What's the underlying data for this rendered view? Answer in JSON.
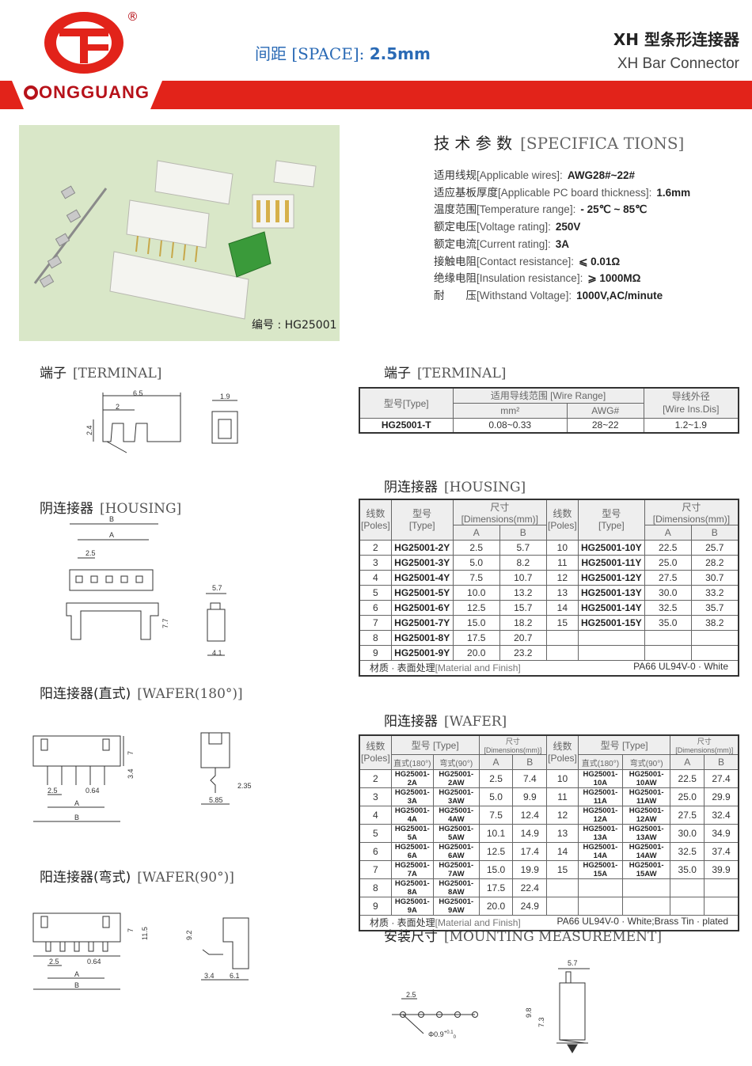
{
  "header": {
    "brand": "ONGGUANG",
    "registered": "®",
    "space_cn": "间距",
    "space_en": "[SPACE]:",
    "space_value": "2.5mm",
    "title_cn": "XH 型条形连接器",
    "title_en": "XH Bar Connector",
    "accent_color": "#e2231a"
  },
  "photo": {
    "code_label": "编号 : HG25001"
  },
  "specs": {
    "title_cn": "技 术 参 数",
    "title_en": "[SPECIFICA TIONS]",
    "rows": [
      {
        "cn": "适用线规",
        "en": "[Applicable wires]:",
        "value": "AWG28#~22#"
      },
      {
        "cn": "适应基板厚度",
        "en": "[Applicable PC board thickness]:",
        "value": "1.6mm"
      },
      {
        "cn": "温度范围",
        "en": "[Temperature range]:",
        "value": "- 25℃ ~ 85℃"
      },
      {
        "cn": "额定电压",
        "en": "[Voltage rating]:",
        "value": "250V"
      },
      {
        "cn": "额定电流",
        "en": "[Current rating]:",
        "value": "3A"
      },
      {
        "cn": "接触电阻",
        "en": "[Contact resistance]:",
        "value": "⩽ 0.01Ω"
      },
      {
        "cn": "绝缘电阻",
        "en": "[Insulation resistance]:",
        "value": "⩾ 1000MΩ"
      },
      {
        "cn": "耐　　压",
        "en": "[Withstand Voltage]:",
        "value": "1000V,AC/minute"
      }
    ]
  },
  "sections": {
    "terminal_left": {
      "cn": "端子",
      "en": "[TERMINAL]"
    },
    "terminal_right": {
      "cn": "端子",
      "en": "[TERMINAL]"
    },
    "housing_left": {
      "cn": "阴连接器",
      "en": "[HOUSING]"
    },
    "housing_right": {
      "cn": "阴连接器",
      "en": "[HOUSING]"
    },
    "wafer180": {
      "cn": "阳连接器(直式)",
      "en": "[WAFER(180°)]"
    },
    "wafer90": {
      "cn": "阳连接器(弯式)",
      "en": "[WAFER(90°)]"
    },
    "wafer_right": {
      "cn": "阳连接器",
      "en": "[WAFER]"
    },
    "mounting": {
      "cn": "安装尺寸",
      "en": "[MOUNTING MEASUREMENT]"
    }
  },
  "terminal_table": {
    "h_type": "型号[Type]",
    "h_range": "适用导线范围 [Wire Range]",
    "h_mm": "mm²",
    "h_awg": "AWG#",
    "h_dia": "导线外径",
    "h_dia_en": "[Wire Ins.Dis]",
    "row": {
      "type": "HG25001-T",
      "mm": "0.08~0.33",
      "awg": "28~22",
      "dia": "1.2~1.9"
    }
  },
  "housing_table": {
    "h_poles_cn": "线数",
    "h_poles_en": "[Poles]",
    "h_type_cn": "型号",
    "h_type_en": "[Type]",
    "h_dim": "尺寸 [Dimensions(mm)]",
    "h_a": "A",
    "h_b": "B",
    "left": [
      {
        "p": "2",
        "t": "HG25001-2Y",
        "a": "2.5",
        "b": "5.7"
      },
      {
        "p": "3",
        "t": "HG25001-3Y",
        "a": "5.0",
        "b": "8.2"
      },
      {
        "p": "4",
        "t": "HG25001-4Y",
        "a": "7.5",
        "b": "10.7"
      },
      {
        "p": "5",
        "t": "HG25001-5Y",
        "a": "10.0",
        "b": "13.2"
      },
      {
        "p": "6",
        "t": "HG25001-6Y",
        "a": "12.5",
        "b": "15.7"
      },
      {
        "p": "7",
        "t": "HG25001-7Y",
        "a": "15.0",
        "b": "18.2"
      },
      {
        "p": "8",
        "t": "HG25001-8Y",
        "a": "17.5",
        "b": "20.7"
      },
      {
        "p": "9",
        "t": "HG25001-9Y",
        "a": "20.0",
        "b": "23.2"
      }
    ],
    "right": [
      {
        "p": "10",
        "t": "HG25001-10Y",
        "a": "22.5",
        "b": "25.7"
      },
      {
        "p": "11",
        "t": "HG25001-11Y",
        "a": "25.0",
        "b": "28.2"
      },
      {
        "p": "12",
        "t": "HG25001-12Y",
        "a": "27.5",
        "b": "30.7"
      },
      {
        "p": "13",
        "t": "HG25001-13Y",
        "a": "30.0",
        "b": "33.2"
      },
      {
        "p": "14",
        "t": "HG25001-14Y",
        "a": "32.5",
        "b": "35.7"
      },
      {
        "p": "15",
        "t": "HG25001-15Y",
        "a": "35.0",
        "b": "38.2"
      }
    ],
    "material_label": "材质 · 表面处理",
    "material_label_en": "[Material and Finish]",
    "material_value": "PA66 UL94V-0 · White"
  },
  "wafer_table": {
    "h_poles_cn": "线数",
    "h_poles_en": "[Poles]",
    "h_type": "型号 [Type]",
    "h_straight": "直式(180°)",
    "h_angle": "弯式(90°)",
    "h_dim": "尺寸[Dimensions(mm)]",
    "h_a": "A",
    "h_b": "B",
    "left": [
      {
        "p": "2",
        "s": "HG25001-2A",
        "r": "HG25001-2AW",
        "a": "2.5",
        "b": "7.4"
      },
      {
        "p": "3",
        "s": "HG25001-3A",
        "r": "HG25001-3AW",
        "a": "5.0",
        "b": "9.9"
      },
      {
        "p": "4",
        "s": "HG25001-4A",
        "r": "HG25001-4AW",
        "a": "7.5",
        "b": "12.4"
      },
      {
        "p": "5",
        "s": "HG25001-5A",
        "r": "HG25001-5AW",
        "a": "10.1",
        "b": "14.9"
      },
      {
        "p": "6",
        "s": "HG25001-6A",
        "r": "HG25001-6AW",
        "a": "12.5",
        "b": "17.4"
      },
      {
        "p": "7",
        "s": "HG25001-7A",
        "r": "HG25001-7AW",
        "a": "15.0",
        "b": "19.9"
      },
      {
        "p": "8",
        "s": "HG25001-8A",
        "r": "HG25001-8AW",
        "a": "17.5",
        "b": "22.4"
      },
      {
        "p": "9",
        "s": "HG25001-9A",
        "r": "HG25001-9AW",
        "a": "20.0",
        "b": "24.9"
      }
    ],
    "right": [
      {
        "p": "10",
        "s": "HG25001-10A",
        "r": "HG25001-10AW",
        "a": "22.5",
        "b": "27.4"
      },
      {
        "p": "11",
        "s": "HG25001-11A",
        "r": "HG25001-11AW",
        "a": "25.0",
        "b": "29.9"
      },
      {
        "p": "12",
        "s": "HG25001-12A",
        "r": "HG25001-12AW",
        "a": "27.5",
        "b": "32.4"
      },
      {
        "p": "13",
        "s": "HG25001-13A",
        "r": "HG25001-13AW",
        "a": "30.0",
        "b": "34.9"
      },
      {
        "p": "14",
        "s": "HG25001-14A",
        "r": "HG25001-14AW",
        "a": "32.5",
        "b": "37.4"
      },
      {
        "p": "15",
        "s": "HG25001-15A",
        "r": "HG25001-15AW",
        "a": "35.0",
        "b": "39.9"
      }
    ],
    "material_label": "材质 · 表面处理",
    "material_label_en": "[Material and Finish]",
    "material_value": "PA66 UL94V-0 · White;Brass Tin · plated"
  },
  "drawings": {
    "terminal": {
      "d1": "6.5",
      "d2": "2",
      "d3": "2.4",
      "d4": "1.9"
    },
    "housing": {
      "a": "A",
      "b": "B",
      "pitch": "2.5",
      "side_w": "5.7",
      "side_h": "7.7",
      "side_b": "4.1"
    },
    "wafer180": {
      "h1": "7",
      "h2": "3.4",
      "pitch": "2.5",
      "pin": "0.64",
      "a": "A",
      "b": "B",
      "side1": "2.35",
      "side2": "5.85"
    },
    "wafer90": {
      "h1": "7",
      "h2": "11.5",
      "pitch": "2.5",
      "pin": "0.64",
      "a": "A",
      "b": "B",
      "side1": "9.2",
      "side2": "3.4",
      "side3": "6.1"
    },
    "mounting": {
      "pitch": "2.5",
      "hole": "Φ0.9",
      "tol": "+0.1",
      "tol0": "0",
      "w": "5.7",
      "h1": "9.8",
      "h2": "7.3"
    }
  }
}
